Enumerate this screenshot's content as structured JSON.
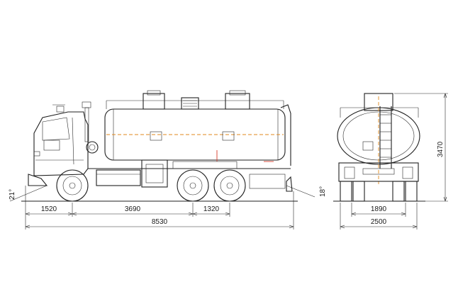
{
  "dimensions": {
    "front_overhang": "1520",
    "wheelbase": "3690",
    "bogie": "1320",
    "overall_length": "8530",
    "rear_track": "1890",
    "overall_width": "2500",
    "overall_height": "3470",
    "approach_angle": "21°",
    "departure_angle": "18°"
  },
  "colors": {
    "line": "#1f1f1f",
    "axis_line": "#e08a1e",
    "pipe_accent": "#d63a2a"
  }
}
